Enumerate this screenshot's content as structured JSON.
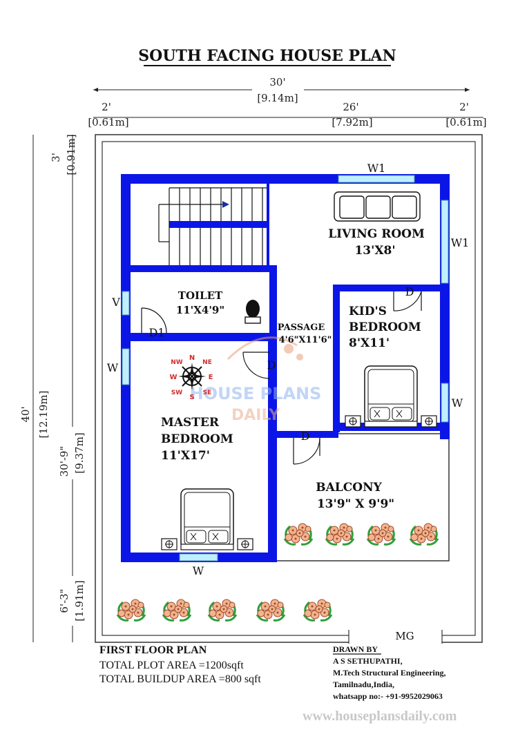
{
  "title": "SOUTH FACING HOUSE PLAN",
  "dimensions": {
    "top_total_ft": "30'",
    "top_total_m": "[9.14m]",
    "top_left_ft": "2'",
    "top_left_m": "[0.61m]",
    "top_mid_ft": "26'",
    "top_mid_m": "[7.92m]",
    "top_right_ft": "2'",
    "top_right_m": "[0.61m]",
    "left_total_ft": "40'",
    "left_total_m": "[12.19m]",
    "left_top_ft": "3'",
    "left_top_m": "[0.91m]",
    "left_mid_ft": "30'-9\"",
    "left_mid_m": "[9.37m]",
    "left_bottom_ft": "6'-3\"",
    "left_bottom_m": "[1.91m]"
  },
  "rooms": {
    "living_name": "LIVING ROOM",
    "living_size": "13'X8'",
    "toilet_name": "TOILET",
    "toilet_size": "11'X4'9\"",
    "passage_name": "PASSAGE",
    "passage_size": "4'6\"X11'6\"",
    "kids_name_1": "KID'S",
    "kids_name_2": "BEDROOM",
    "kids_size": "8'X11'",
    "master_name_1": "MASTER",
    "master_name_2": "BEDROOM",
    "master_size": "11'X17'",
    "balcony_name": "BALCONY",
    "balcony_size": "13'9\" X 9'9\""
  },
  "openings": {
    "w1_top": "W1",
    "w1_right": "W1",
    "v": "V",
    "w_left": "W",
    "w_right": "W",
    "w_bottom": "W",
    "d1": "D1",
    "d_kids": "D",
    "d_master": "D",
    "d_balcony": "D",
    "mg": "MG"
  },
  "compass": {
    "n": "N",
    "s": "S",
    "e": "E",
    "w": "W",
    "ne": "NE",
    "nw": "NW",
    "se": "SE",
    "sw": "SW"
  },
  "watermark": {
    "line1": "HOUSE PLANS",
    "line2": "DAILY"
  },
  "footer": {
    "plan_label": "FIRST FLOOR PLAN",
    "plot_area": "TOTAL PLOT AREA =1200sqft",
    "buildup_area": "TOTAL BUILDUP AREA =800 sqft",
    "drawn_by_label": "DRAWN BY",
    "drawn_by_name": "A S SETHUPATHI,",
    "qualification": "M.Tech Structural Engineering,",
    "location": "Tamilnadu,India,",
    "whatsapp": "whatsapp no:- +91-9952029063",
    "website": "www.houseplansdaily.com"
  },
  "colors": {
    "wall": "#0b16e6",
    "window": "#bfefff",
    "flower": "#e8a07a",
    "leaf": "#2fa03a",
    "watermark": "#8fb4f0"
  }
}
